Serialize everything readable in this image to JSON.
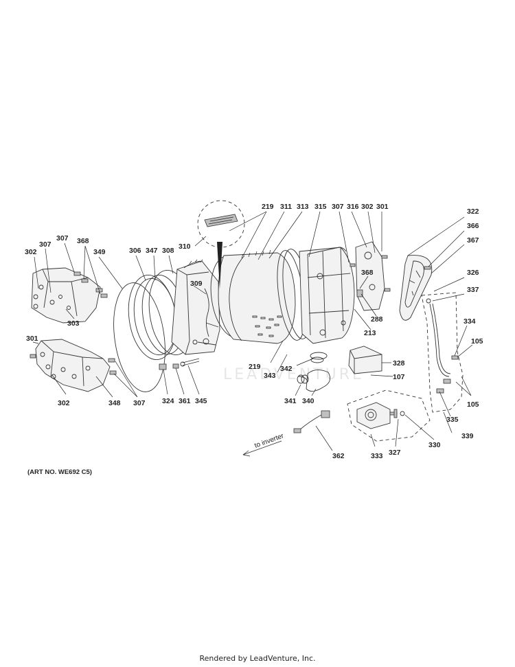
{
  "diagram": {
    "labels": {
      "l219a": "219",
      "l311": "311",
      "l313": "313",
      "l315": "315",
      "l307a": "307",
      "l316": "316",
      "l302a": "302",
      "l301a": "301",
      "l322": "322",
      "l366": "366",
      "l367": "367",
      "l326": "326",
      "l337": "337",
      "l302b": "302",
      "l307b": "307",
      "l368a": "368",
      "l349": "349",
      "l306": "306",
      "l347": "347",
      "l308": "308",
      "l310": "310",
      "l309": "309",
      "l368b": "368",
      "l288": "288",
      "l213": "213",
      "l334": "334",
      "l105a": "105",
      "l303": "303",
      "l301b": "301",
      "l219b": "219",
      "l342": "342",
      "l343": "343",
      "l328": "328",
      "l107": "107",
      "l324": "324",
      "l361": "361",
      "l345": "345",
      "l341": "341",
      "l340": "340",
      "l302c": "302",
      "l348": "348",
      "l307c": "307",
      "l105b": "105",
      "l335": "335",
      "l339": "339",
      "l330": "330",
      "l327": "327",
      "l333": "333",
      "l362": "362"
    },
    "arrow_text": "to inverter",
    "art_number": "(ART NO. WE692 C5)",
    "watermark": "LEADVENTURE"
  },
  "footer": {
    "text": "Rendered by LeadVenture, Inc."
  }
}
